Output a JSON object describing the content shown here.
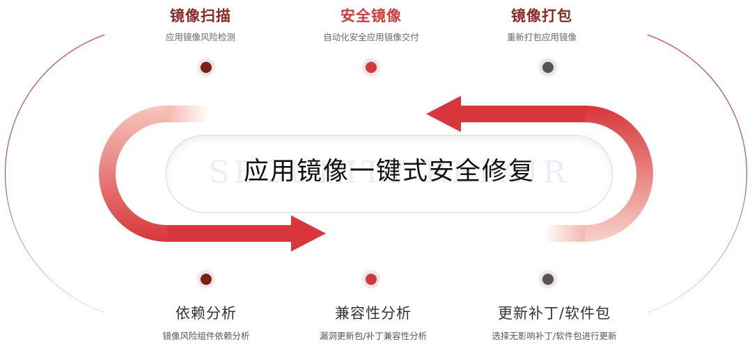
{
  "colors": {
    "accent": "#d03a3c",
    "dark_red": "#7a1f1a",
    "gray": "#555555",
    "title_dark_red": "#8a2a22"
  },
  "center": {
    "title": "应用镜像一键式安全修复",
    "watermark": "SECURITY REPAIR"
  },
  "top_steps": [
    {
      "title": "镜像扫描",
      "desc": "应用镜像风险检测",
      "dot": "dark_red",
      "title_color": "#8a2a22"
    },
    {
      "title": "安全镜像",
      "desc": "自动化安全应用镜像交付",
      "dot": "accent",
      "title_color": "#d03a3c"
    },
    {
      "title": "镜像打包",
      "desc": "重新打包应用镜像",
      "dot": "gray",
      "title_color": "#8a2a22"
    }
  ],
  "bottom_steps": [
    {
      "title": "依赖分析",
      "desc": "镜像风险组件依赖分析",
      "dot": "dark_red"
    },
    {
      "title": "兼容性分析",
      "desc": "漏洞更新包/补丁兼容性分析",
      "dot": "accent"
    },
    {
      "title": "更新补丁/软件包",
      "desc": "选择无影响补丁/软件包进行更新",
      "dot": "gray"
    }
  ]
}
